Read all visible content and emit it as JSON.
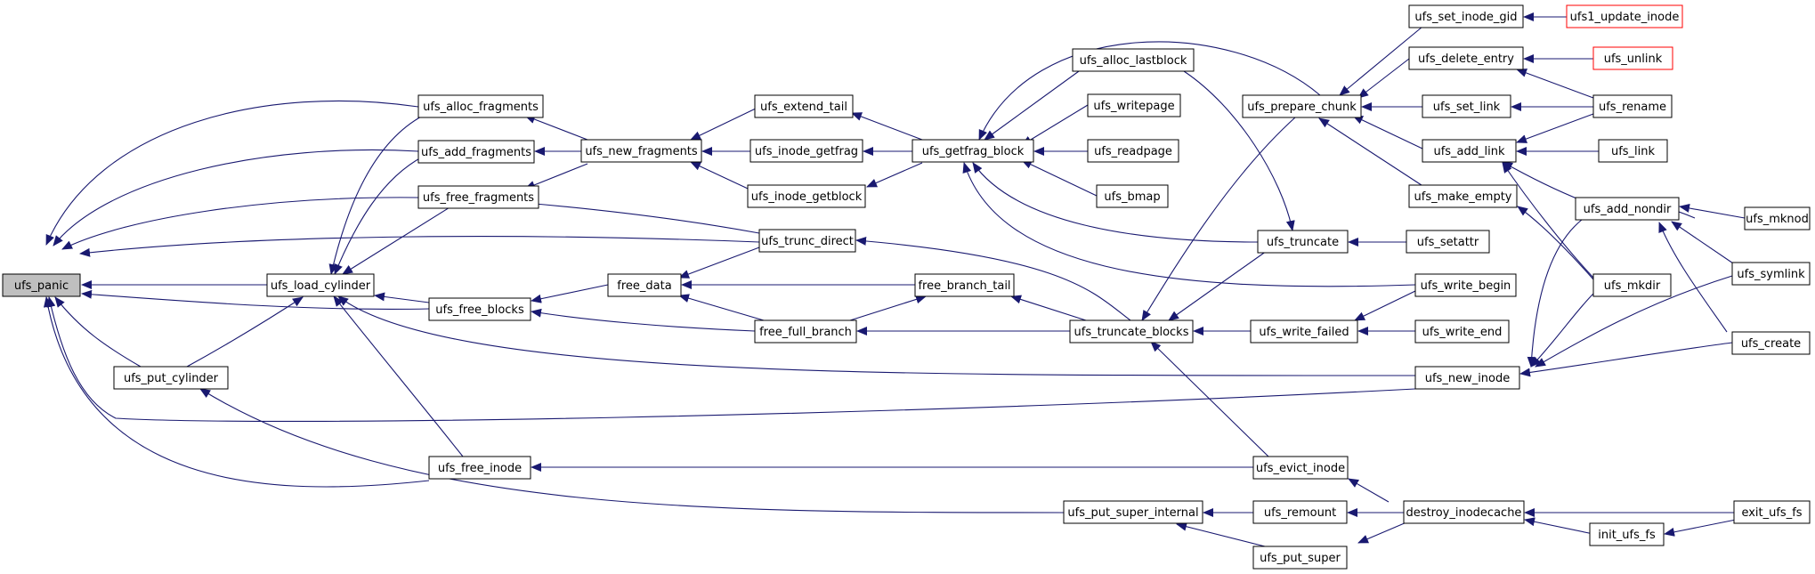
{
  "colors": {
    "edge": "#191970",
    "node_border": "#000000",
    "node_fill": "#ffffff",
    "root_fill": "#bfbfbf",
    "external_border": "#ff0000"
  },
  "nodes": {
    "ufs_panic": "ufs_panic",
    "ufs_put_cylinder": "ufs_put_cylinder",
    "ufs_load_cylinder": "ufs_load_cylinder",
    "ufs_alloc_fragments": "ufs_alloc_fragments",
    "ufs_add_fragments": "ufs_add_fragments",
    "ufs_free_fragments": "ufs_free_fragments",
    "ufs_free_blocks": "ufs_free_blocks",
    "ufs_free_inode": "ufs_free_inode",
    "ufs_new_fragments": "ufs_new_fragments",
    "free_data": "free_data",
    "ufs_extend_tail": "ufs_extend_tail",
    "ufs_inode_getfrag": "ufs_inode_getfrag",
    "ufs_inode_getblock": "ufs_inode_getblock",
    "ufs_trunc_direct": "ufs_trunc_direct",
    "free_full_branch": "free_full_branch",
    "free_branch_tail": "free_branch_tail",
    "ufs_getfrag_block": "ufs_getfrag_block",
    "ufs_put_super_internal": "ufs_put_super_internal",
    "ufs_truncate_blocks": "ufs_truncate_blocks",
    "ufs_alloc_lastblock": "ufs_alloc_lastblock",
    "ufs_writepage": "ufs_writepage",
    "ufs_readpage": "ufs_readpage",
    "ufs_bmap": "ufs_bmap",
    "ufs_prepare_chunk": "ufs_prepare_chunk",
    "ufs_truncate": "ufs_truncate",
    "ufs_write_failed": "ufs_write_failed",
    "ufs_evict_inode": "ufs_evict_inode",
    "ufs_remount": "ufs_remount",
    "ufs_put_super": "ufs_put_super",
    "ufs_set_inode_gid": "ufs_set_inode_gid",
    "ufs_delete_entry": "ufs_delete_entry",
    "ufs_set_link": "ufs_set_link",
    "ufs_add_link": "ufs_add_link",
    "ufs_make_empty": "ufs_make_empty",
    "ufs_setattr": "ufs_setattr",
    "ufs_write_begin": "ufs_write_begin",
    "ufs_write_end": "ufs_write_end",
    "ufs_new_inode": "ufs_new_inode",
    "destroy_inodecache": "destroy_inodecache",
    "ufs1_update_inode": "ufs1_update_inode",
    "ufs_unlink": "ufs_unlink",
    "ufs_rename": "ufs_rename",
    "ufs_link": "ufs_link",
    "ufs_add_nondir": "ufs_add_nondir",
    "ufs_mkdir": "ufs_mkdir",
    "init_ufs_fs": "init_ufs_fs",
    "ufs_mknod": "ufs_mknod",
    "ufs_symlink": "ufs_symlink",
    "ufs_create": "ufs_create",
    "exit_ufs_fs": "exit_ufs_fs"
  }
}
